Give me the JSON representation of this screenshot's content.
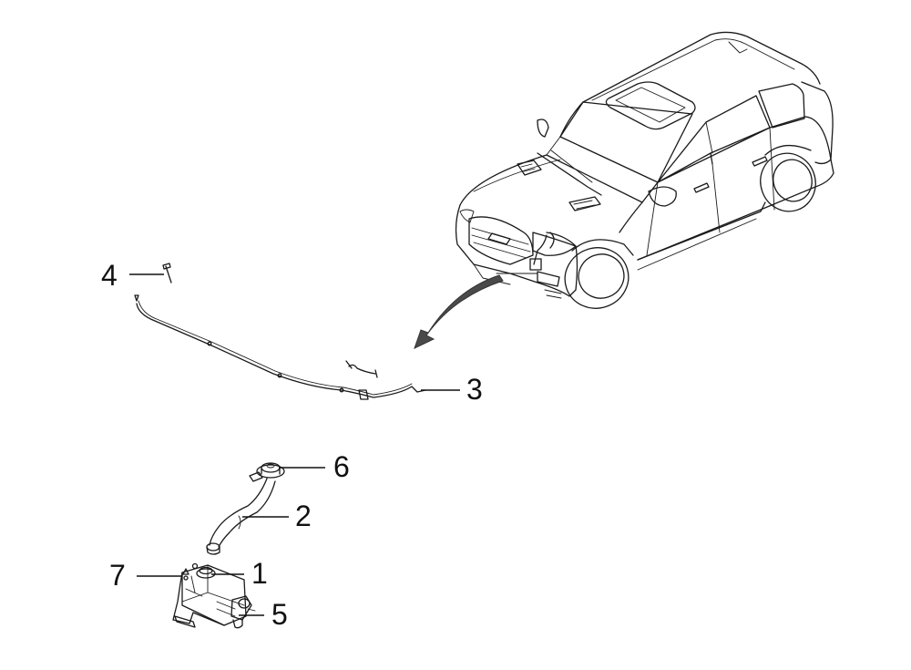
{
  "callouts": [
    {
      "id": "1",
      "label": "1",
      "part": "washer-reservoir"
    },
    {
      "id": "2",
      "label": "2",
      "part": "filler-neck-hose"
    },
    {
      "id": "3",
      "label": "3",
      "part": "washer-hose-assembly"
    },
    {
      "id": "4",
      "label": "4",
      "part": "hose-clip"
    },
    {
      "id": "5",
      "label": "5",
      "part": "washer-pump"
    },
    {
      "id": "6",
      "label": "6",
      "part": "filler-cap"
    },
    {
      "id": "7",
      "label": "7",
      "part": "mounting-bolt"
    }
  ],
  "colors": {
    "line": "#1a1a1a",
    "arrow": "#4a4a4a",
    "background": "#ffffff"
  },
  "icons": {
    "arrow": "curved-arrow-icon"
  }
}
